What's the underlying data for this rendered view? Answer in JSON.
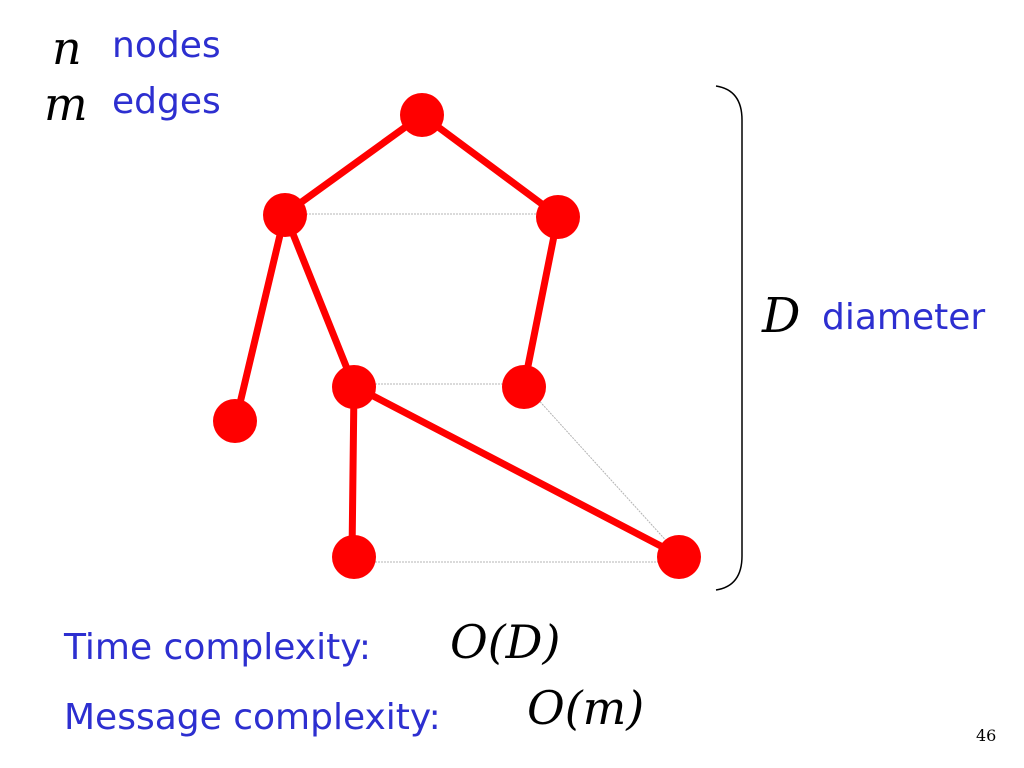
{
  "legend": {
    "n_symbol": "n",
    "n_label": "nodes",
    "m_symbol": "m",
    "m_label": "edges"
  },
  "diameter": {
    "symbol": "D",
    "label": "diameter"
  },
  "complexity": {
    "time_label": "Time complexity:",
    "time_value": "O(D)",
    "message_label": "Message complexity:",
    "message_value": "O(m)"
  },
  "page_number": "46",
  "colors": {
    "node": "#ff0000",
    "tree_edge": "#ff0000",
    "other_edge": "#b4b4b4",
    "text_blue": "#2d2fd0"
  },
  "graph": {
    "nodes": [
      "root",
      "mid-left",
      "mid-right",
      "leaf-left",
      "inner-left",
      "inner-right",
      "bottom-left",
      "bottom-right"
    ],
    "tree_edges": [
      [
        "root",
        "mid-left"
      ],
      [
        "root",
        "mid-right"
      ],
      [
        "mid-left",
        "leaf-left"
      ],
      [
        "mid-left",
        "inner-left"
      ],
      [
        "mid-right",
        "inner-right"
      ],
      [
        "inner-left",
        "bottom-left"
      ],
      [
        "inner-left",
        "bottom-right"
      ]
    ],
    "non_tree_edges": [
      [
        "mid-left",
        "mid-right"
      ],
      [
        "inner-left",
        "inner-right"
      ],
      [
        "inner-right",
        "bottom-right"
      ],
      [
        "bottom-left",
        "bottom-right"
      ]
    ]
  }
}
